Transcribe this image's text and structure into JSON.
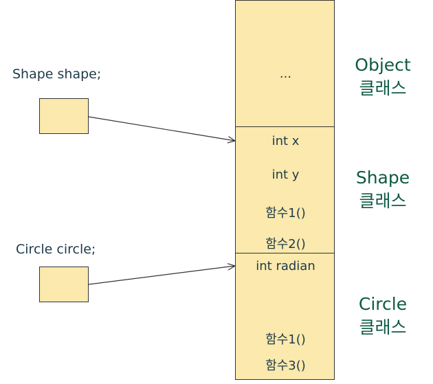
{
  "variables": {
    "shape": {
      "declaration": "Shape shape;"
    },
    "circle": {
      "declaration": "Circle circle;"
    }
  },
  "classes": {
    "object": {
      "name": "Object",
      "suffix": "클래스",
      "members": [
        "..."
      ]
    },
    "shape": {
      "name": "Shape",
      "suffix": "클래스",
      "members": [
        "int x",
        "int y",
        "함수1()",
        "함수2()"
      ]
    },
    "circle": {
      "name": "Circle",
      "suffix": "클래스",
      "members": [
        "int radian",
        "함수1()",
        "함수3()"
      ]
    }
  },
  "colors": {
    "box_fill": "#fbe9ad",
    "label_text": "#0e5a44",
    "body_text": "#1e3a4a",
    "border": "#333333"
  }
}
